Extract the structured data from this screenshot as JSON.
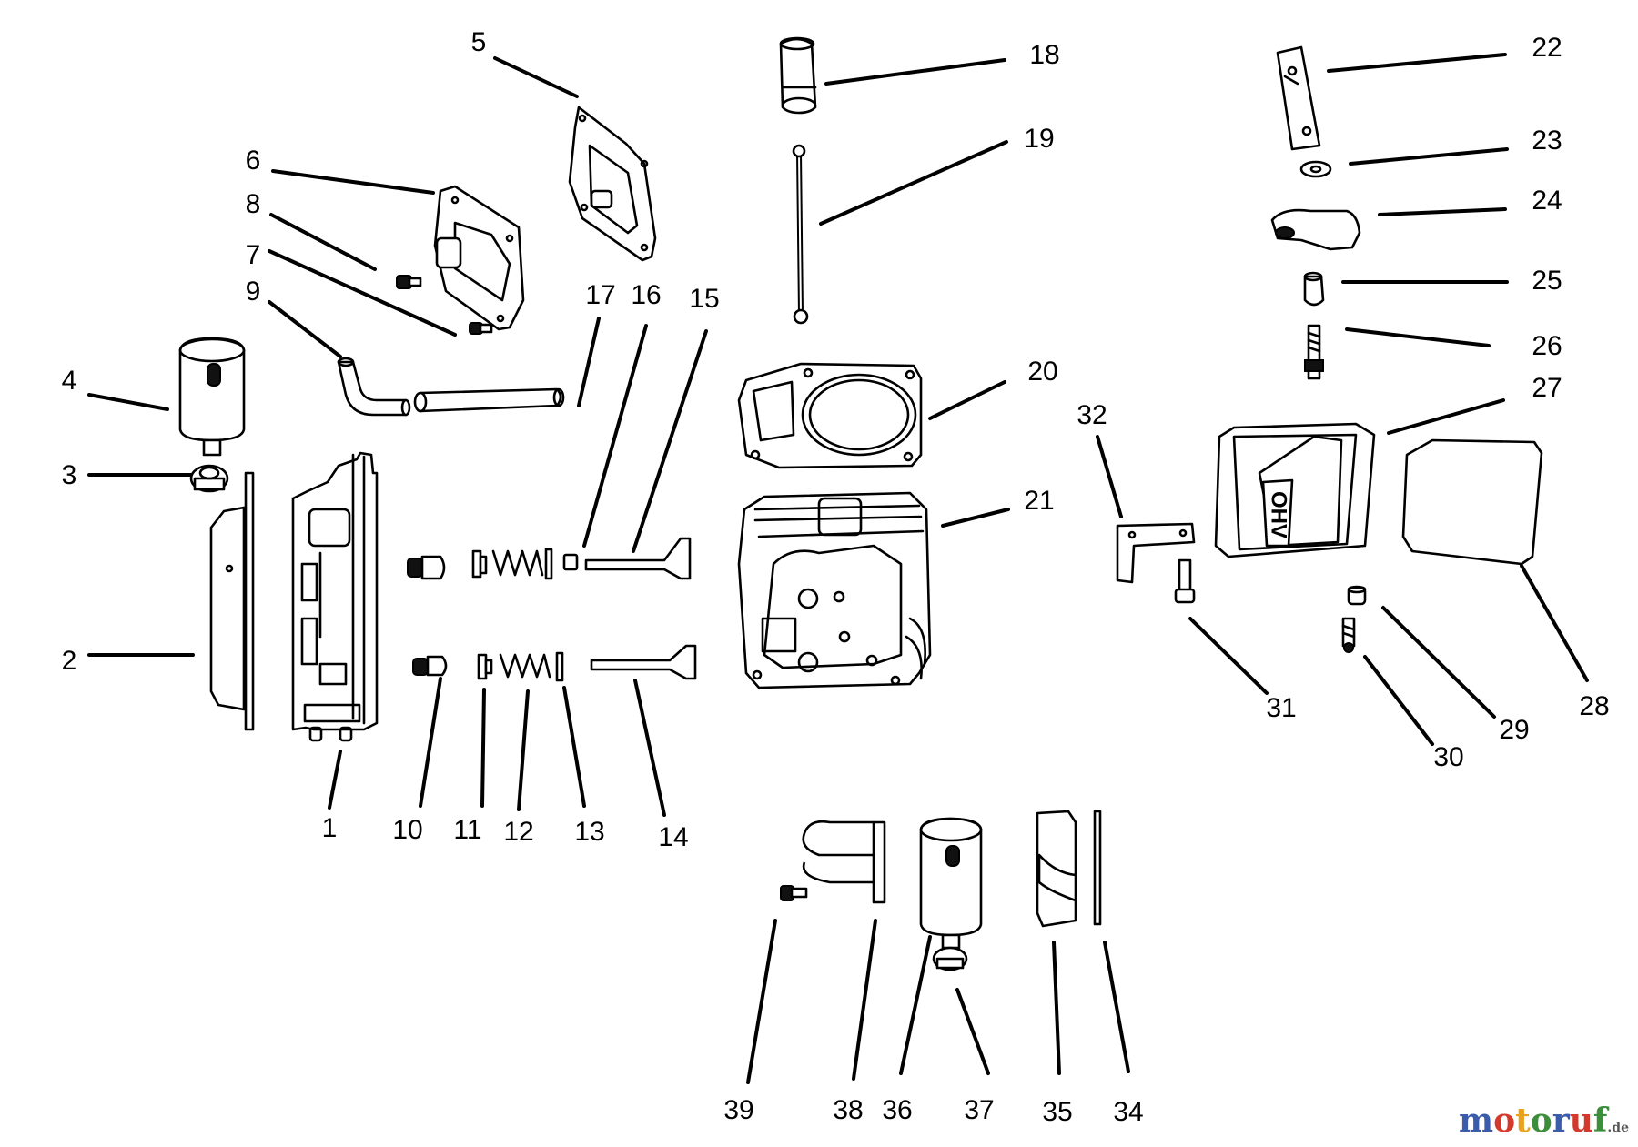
{
  "callouts": [
    "1",
    "2",
    "3",
    "4",
    "5",
    "6",
    "7",
    "8",
    "9",
    "10",
    "11",
    "12",
    "13",
    "14",
    "15",
    "16",
    "17",
    "18",
    "19",
    "20",
    "21",
    "22",
    "23",
    "24",
    "25",
    "26",
    "27",
    "28",
    "29",
    "30",
    "31",
    "32",
    "34",
    "35",
    "36",
    "37",
    "38",
    "39"
  ],
  "part_embossing": "OHV",
  "watermark": {
    "text": "motoruf",
    "suffix": ".de",
    "colors": [
      "#3b5cab",
      "#d33a2c",
      "#e8a21d",
      "#3b8e3a",
      "#3b5cab",
      "#d33a2c",
      "#3b8e3a"
    ]
  }
}
